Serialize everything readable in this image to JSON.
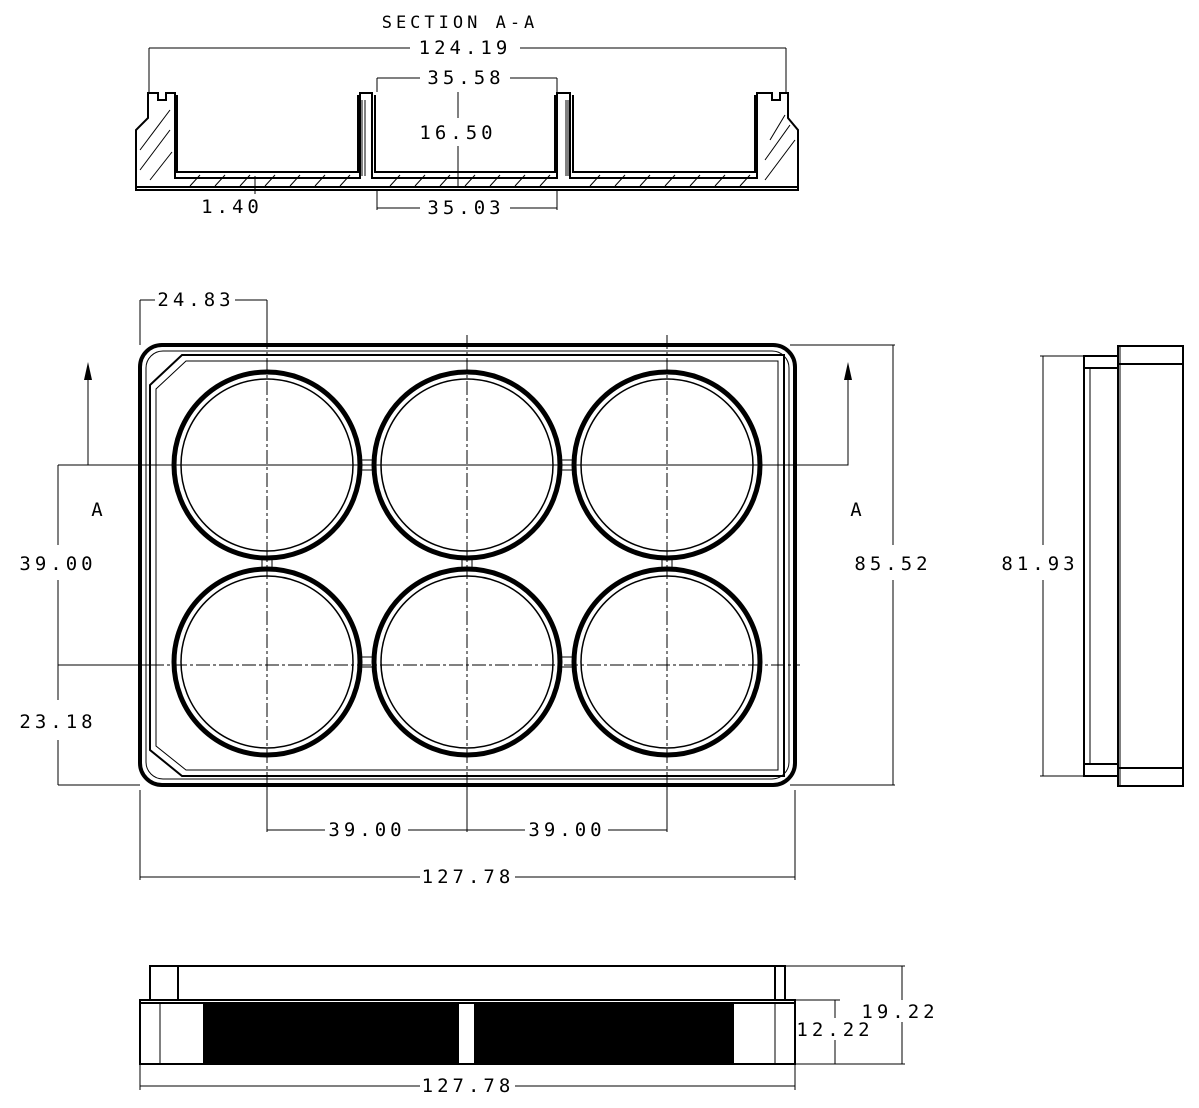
{
  "section": {
    "title": "SECTION A-A",
    "overall_width": "124.19",
    "well_top_diameter": "35.58",
    "well_depth": "16.50",
    "well_bottom_diameter": "35.03",
    "bottom_thickness": "1.40"
  },
  "top_view": {
    "first_column_offset": "24.83",
    "row_pitch": "39.00",
    "first_row_offset": "23.18",
    "column_pitch_1": "39.00",
    "column_pitch_2": "39.00",
    "overall_length": "127.78",
    "overall_width": "85.52",
    "section_mark_left": "A",
    "section_mark_right": "A"
  },
  "side_view": {
    "inner_width": "81.93"
  },
  "front_view": {
    "overall_length": "127.78",
    "skirt_height": "12.22",
    "overall_height": "19.22"
  }
}
